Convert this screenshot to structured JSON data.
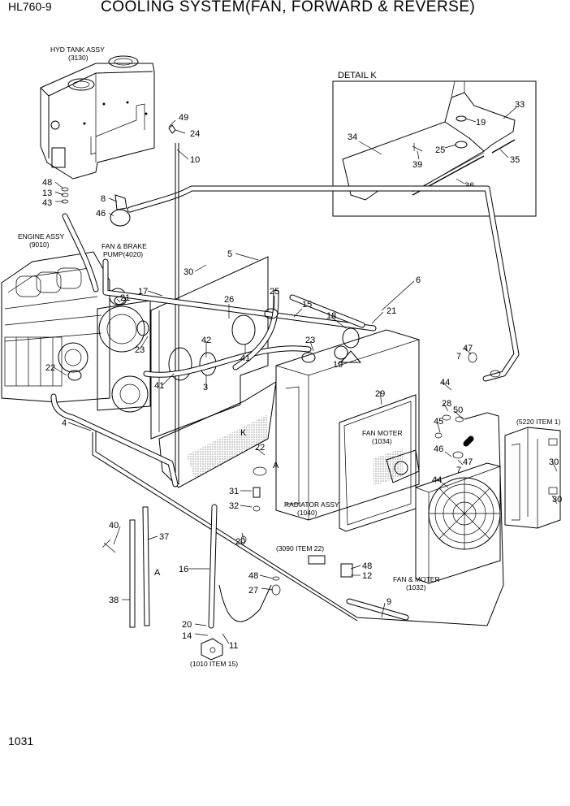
{
  "header": {
    "model": "HL760-9",
    "title": "COOLING SYSTEM(FAN, FORWARD & REVERSE)"
  },
  "page_number": "1031",
  "labels": {
    "hyd_tank": "HYD TANK ASSY",
    "hyd_tank_code": "(3130)",
    "engine": "ENGINE ASSY",
    "engine_code": "(9010)",
    "fan_brake_1": "FAN & BRAKE",
    "fan_brake_2": "PUMP(4020)",
    "detail_k": "DETAIL K",
    "fan_moter": "FAN MOTER",
    "fan_moter_code": "(1034)",
    "radiator": "RADIATOR ASSY",
    "radiator_code": "(1040)",
    "ref_3090": "(3090 ITEM 22)",
    "ref_5220": "(5220 ITEM 1)",
    "fan_and_moter": "FAN & MOTER",
    "fan_and_moter_code": "(1032)",
    "ref_1010": "(1010 ITEM 15)",
    "view_k": "K",
    "view_a": "A",
    "view_a2": "A"
  },
  "callouts": {
    "c1": "49",
    "c2": "24",
    "c3": "10",
    "c4": "48",
    "c5": "13",
    "c6": "43",
    "c7": "8",
    "c8": "46",
    "c9": "30",
    "c10": "5",
    "c11": "21",
    "c12": "17",
    "c13": "26",
    "c14": "25",
    "c15": "15",
    "c16": "18",
    "c17": "21",
    "c18": "6",
    "c19": "42",
    "c20": "41",
    "c21": "23",
    "c22": "19",
    "c23": "23",
    "c24": "41",
    "c25": "3",
    "c26": "22",
    "c27": "4",
    "c28": "29",
    "c29": "47",
    "c30": "7",
    "c31": "44",
    "c32": "50",
    "c33": "28",
    "c34": "45",
    "c35": "22",
    "c36": "31",
    "c37": "32",
    "c38": "20",
    "c39": "47",
    "c40": "7",
    "c41": "46",
    "c42": "44",
    "c43": "30",
    "c44": "30",
    "c45": "40",
    "c46": "37",
    "c47": "38",
    "c48": "16",
    "c49": "48",
    "c50": "27",
    "c51": "48",
    "c52": "12",
    "c53": "9",
    "c54": "20",
    "c55": "14",
    "c56": "11",
    "k1": "33",
    "k2": "19",
    "k3": "34",
    "k4": "25",
    "k5": "39",
    "k6": "35",
    "k7": "36"
  }
}
